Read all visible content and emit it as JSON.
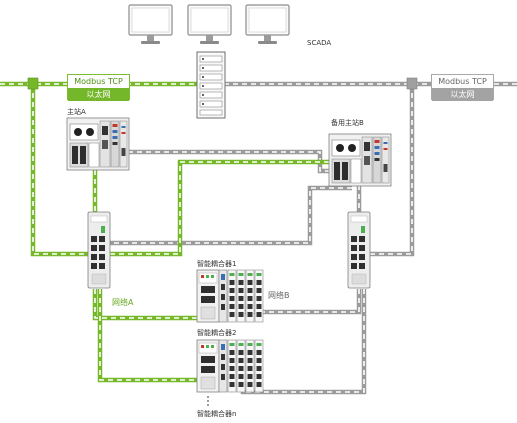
{
  "scada": {
    "label": "SCADA"
  },
  "networks": {
    "left_tag": {
      "line1": "Modbus TCP",
      "line2": "以太网"
    },
    "right_tag": {
      "line1": "Modbus TCP",
      "line2": "以太网"
    },
    "net_a": "网络A",
    "net_b": "网络B"
  },
  "stations": {
    "primary": "主站A",
    "backup": "备用主站B"
  },
  "couplers": {
    "c1": "智能耦合器1",
    "c2": "智能耦合器2",
    "cn": "智能耦合器n"
  },
  "colors": {
    "net_a": "#76b82a",
    "net_b": "#b0b0b0"
  }
}
